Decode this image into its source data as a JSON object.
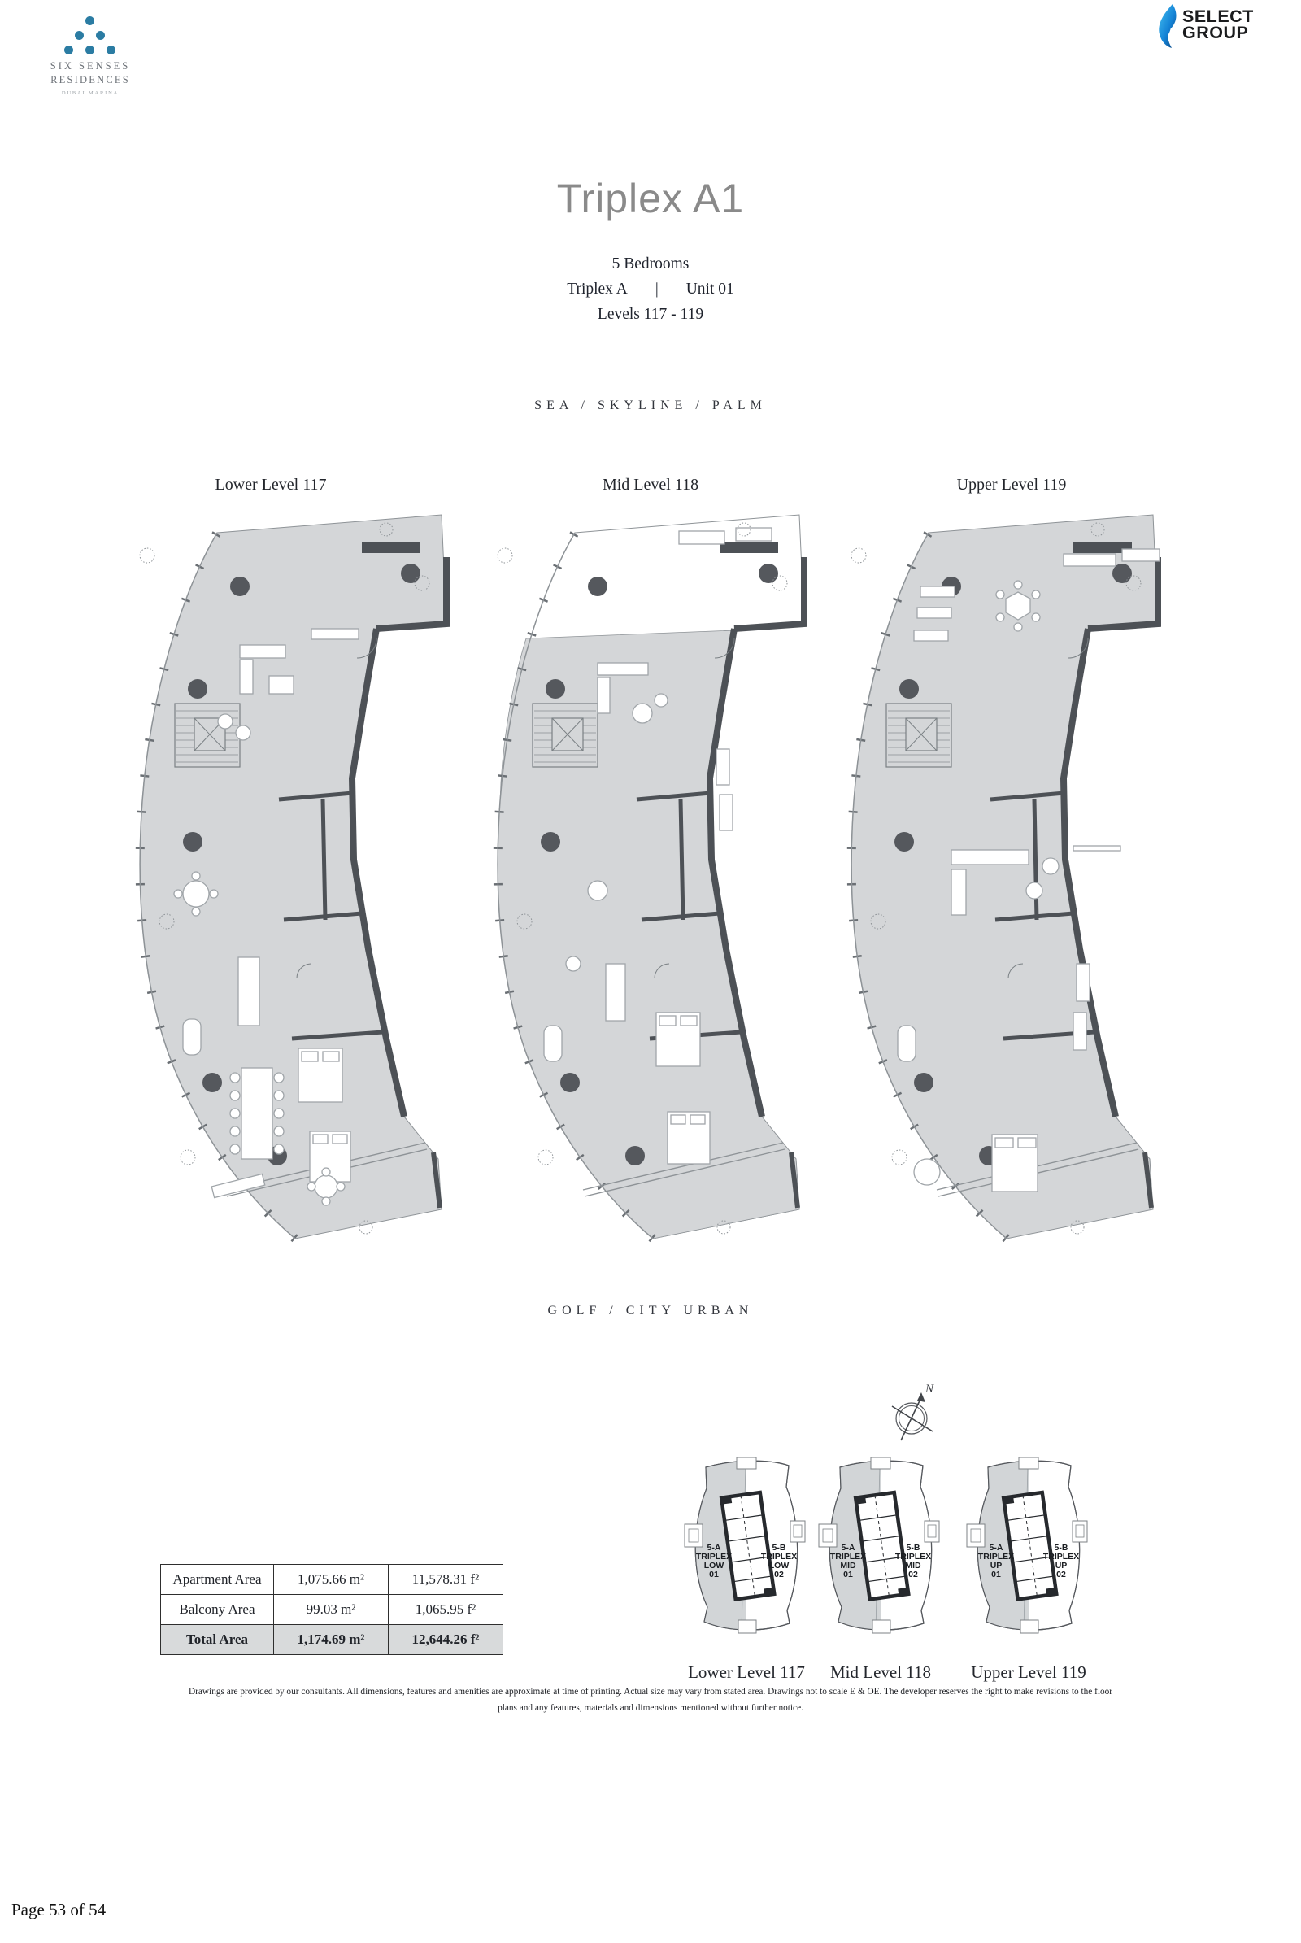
{
  "branding": {
    "six_senses": {
      "line1": "SIX SENSES",
      "line2": "RESIDENCES",
      "line3": "DUBAI MARINA",
      "dot_color": "#2b7ca3"
    },
    "select_group": {
      "line1": "SELECT",
      "line2": "GROUP",
      "flame_color": "#1483d6"
    }
  },
  "header": {
    "title": "Triplex A1",
    "bedrooms": "5 Bedrooms",
    "unit_type": "Triplex A",
    "separator": "|",
    "unit_number": "Unit 01",
    "levels": "Levels 117 - 119"
  },
  "orientation": {
    "top_view": "SEA / SKYLINE / PALM",
    "bottom_view": "GOLF / CITY URBAN",
    "compass": "N"
  },
  "floor_plans": [
    {
      "label": "Lower Level 117"
    },
    {
      "label": "Mid Level 118"
    },
    {
      "label": "Upper Level 119"
    }
  ],
  "key_plans": [
    {
      "unit_a": [
        "5-A",
        "TRIPLEX",
        "LOW",
        "01"
      ],
      "unit_b": [
        "5-B",
        "TRIPLEX",
        "LOW",
        "02"
      ],
      "caption": "Lower Level 117"
    },
    {
      "unit_a": [
        "5-A",
        "TRIPLEX",
        "MID",
        "01"
      ],
      "unit_b": [
        "5-B",
        "TRIPLEX",
        "MID",
        "02"
      ],
      "caption": "Mid Level 118"
    },
    {
      "unit_a": [
        "5-A",
        "TRIPLEX",
        "UP",
        "01"
      ],
      "unit_b": [
        "5-B",
        "TRIPLEX",
        "UP",
        "02"
      ],
      "caption": "Upper Level 119"
    }
  ],
  "area_table": {
    "rows": [
      {
        "label": "Apartment Area",
        "metric": "1,075.66 m²",
        "imperial": "11,578.31 f²"
      },
      {
        "label": "Balcony Area",
        "metric": "99.03 m²",
        "imperial": "1,065.95 f²"
      },
      {
        "label": "Total Area",
        "metric": "1,174.69 m²",
        "imperial": "12,644.26 f²"
      }
    ]
  },
  "disclaimer_line1": "Drawings are provided by our consultants. All dimensions, features and amenities are approximate at time of printing.  Actual size may vary from stated area. Drawings not to scale E & OE. The developer reserves the right to make revisions to the floor",
  "disclaimer_line2": "plans and any features, materials and dimensions mentioned without further notice.",
  "footer": {
    "page": "Page 53 of 54"
  },
  "colors": {
    "plan_fill": "#d4d6d8",
    "wall": "#4d5156",
    "column": "#55585d"
  }
}
